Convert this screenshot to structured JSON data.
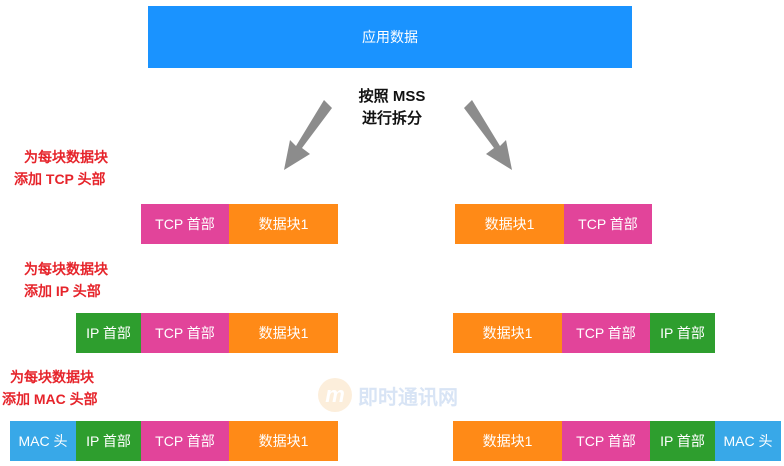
{
  "app_data": {
    "label": "应用数据"
  },
  "split_note": {
    "line1": "按照 MSS",
    "line2": "进行拆分"
  },
  "step_labels": [
    {
      "line1": "为每块数据块",
      "line2": "添加 TCP 头部"
    },
    {
      "line1": "为每块数据块",
      "line2": "添加 IP 头部"
    },
    {
      "line1": "为每块数据块",
      "line2": "添加 MAC 头部"
    }
  ],
  "segments": {
    "tcp_header": "TCP 首部",
    "ip_header": "IP 首部",
    "mac_header": "MAC 头",
    "data_block": "数据块1"
  },
  "watermark": {
    "text": "即时通讯网",
    "logo_letter": "m"
  },
  "colors": {
    "app": "#1a93ff",
    "tcp": "#e2449a",
    "data": "#ff8a17",
    "ip": "#2e9e2e",
    "mac": "#38a8e8",
    "note": "#e6242b",
    "arrow": "#8c8c8c"
  }
}
